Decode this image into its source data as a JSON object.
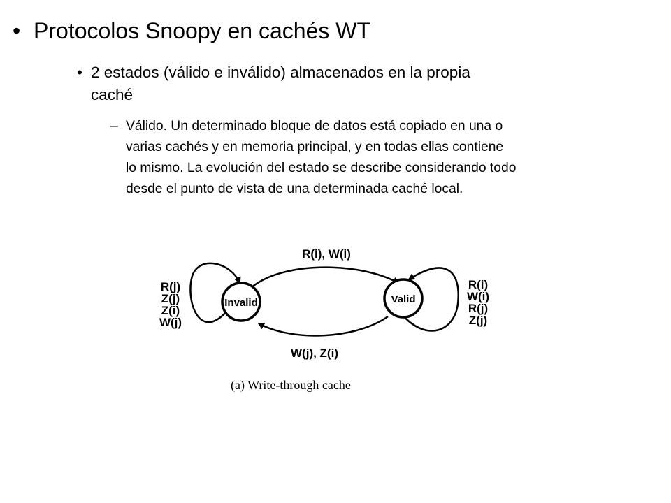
{
  "title": {
    "bullet": "•",
    "text": "Protocolos Snoopy en cachés WT"
  },
  "sub": {
    "bullet": "•",
    "lines": [
      "2 estados (válido e inválido) almacenados en la propia",
      "caché"
    ]
  },
  "detail": {
    "bullet": "–",
    "lines": [
      "Válido. Un determinado bloque de datos está copiado en una o",
      "varias cachés y en memoria principal, y en todas ellas contiene",
      "lo mismo. La evolución del estado se describe considerando todo",
      "desde el punto de vista de una determinada caché local."
    ]
  },
  "diagram": {
    "states": {
      "invalid": "Invalid",
      "valid": "Valid"
    },
    "transitions": {
      "invalid_to_valid": "R(i), W(i)",
      "valid_to_invalid": "W(j), Z(i)"
    },
    "invalid_self_loop": [
      "R(j)",
      "Z(j)",
      "Z(i)",
      "W(j)"
    ],
    "valid_self_loop": [
      "R(i)",
      "W(i)",
      "R(j)",
      "Z(j)"
    ],
    "caption": "(a) Write-through cache"
  }
}
